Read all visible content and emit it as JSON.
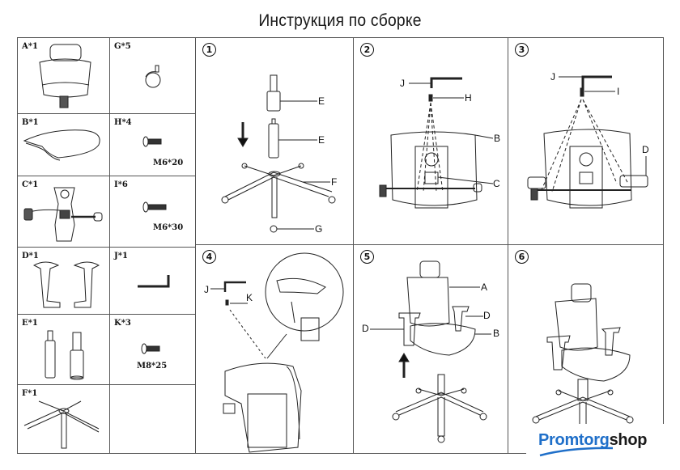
{
  "title": "Инструкция по сборке",
  "parts": [
    {
      "id": "A",
      "label": "A*1",
      "name": "headrest-backrest"
    },
    {
      "id": "B",
      "label": "B*1",
      "name": "seat"
    },
    {
      "id": "C",
      "label": "C*1",
      "name": "mechanism"
    },
    {
      "id": "D",
      "label": "D*1",
      "name": "armrests"
    },
    {
      "id": "E",
      "label": "E*1",
      "name": "gas-lift"
    },
    {
      "id": "F",
      "label": "F*1",
      "name": "base"
    },
    {
      "id": "G",
      "label": "G*5",
      "name": "caster"
    },
    {
      "id": "H",
      "label": "H*4",
      "name": "screw",
      "spec": "M6*20"
    },
    {
      "id": "I",
      "label": "I*6",
      "name": "screw",
      "spec": "M6*30"
    },
    {
      "id": "J",
      "label": "J*1",
      "name": "hex-key"
    },
    {
      "id": "K",
      "label": "K*3",
      "name": "screw",
      "spec": "M8*25"
    }
  ],
  "steps": [
    {
      "number": "1",
      "callouts": [
        "E",
        "E",
        "F",
        "G"
      ]
    },
    {
      "number": "2",
      "callouts": [
        "J",
        "H",
        "B",
        "C"
      ]
    },
    {
      "number": "3",
      "callouts": [
        "J",
        "I",
        "D"
      ]
    },
    {
      "number": "4",
      "callouts": [
        "J",
        "K"
      ]
    },
    {
      "number": "5",
      "callouts": [
        "A",
        "D",
        "D",
        "B"
      ]
    },
    {
      "number": "6",
      "callouts": []
    }
  ],
  "logo": {
    "part1": "Promtorg",
    "part2": "shop",
    "accent": "#1f6fc9"
  }
}
